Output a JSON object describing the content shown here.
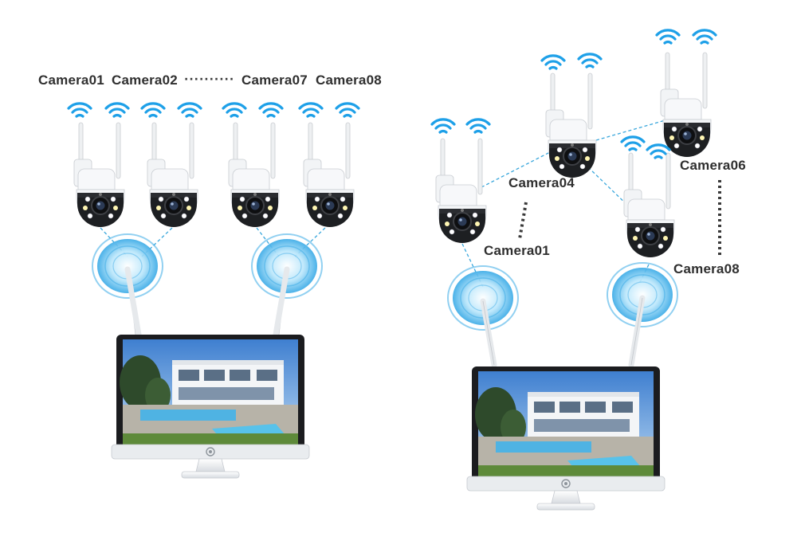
{
  "left_labels": {
    "cam_a": "Camera01",
    "cam_b": "Camera02",
    "cam_c": "Camera07",
    "cam_d": "Camera08",
    "ellipsis": "··········"
  },
  "right_labels": {
    "cam_a": "Camera01",
    "cam_b": "Camera04",
    "cam_c": "Camera06",
    "cam_d": "Camera08"
  },
  "colors": {
    "wifi_blue": "#1ea0e8",
    "link_blue": "#3aa7dc",
    "camera_body": "#f4f6f8",
    "camera_dark": "#1d1f22",
    "label_text": "#2f2f2f",
    "monitor_frame": "#1b1c1f",
    "monitor_stand": "#e9ecef"
  },
  "icons": [
    "wifi-icon",
    "camera-icon",
    "monitor-icon",
    "nvr-antenna-icon",
    "signal-ripple-icon"
  ]
}
